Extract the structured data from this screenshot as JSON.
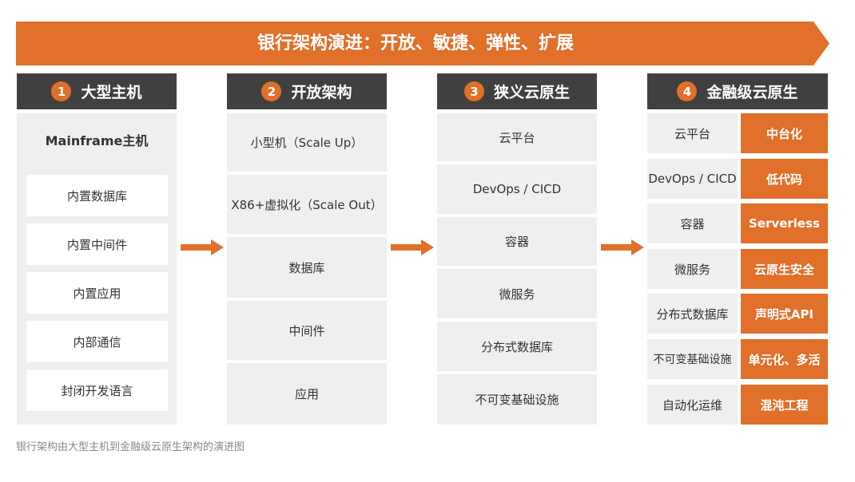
{
  "banner": {
    "title": "银行架构演进：开放、敏捷、弹性、扩展"
  },
  "columns": [
    {
      "num": "1",
      "title": "大型主机",
      "subtitle": "Mainframe主机",
      "items": [
        "内置数据库",
        "内置中间件",
        "内置应用",
        "内部通信",
        "封闭开发语言"
      ]
    },
    {
      "num": "2",
      "title": "开放架构",
      "items": [
        "小型机（Scale Up）",
        "X86+虚拟化（Scale Out）",
        "数据库",
        "中间件",
        "应用"
      ]
    },
    {
      "num": "3",
      "title": "狭义云原生",
      "items": [
        "云平台",
        "DevOps / CICD",
        "容器",
        "微服务",
        "分布式数据库",
        "不可变基础设施"
      ]
    },
    {
      "num": "4",
      "title": "金融级云原生",
      "items": [
        "云平台",
        "DevOps / CICD",
        "容器",
        "微服务",
        "分布式数据库",
        "不可变基础设施",
        "自动化运维"
      ],
      "tags": [
        "中台化",
        "低代码",
        "Serverless",
        "云原生安全",
        "声明式API",
        "单元化、多活",
        "混沌工程"
      ]
    }
  ],
  "caption": "银行架构由大型主机到金融级云原生架构的演进图",
  "colors": {
    "accent": "#e0702a",
    "header": "#404040",
    "cell": "#efefef"
  }
}
